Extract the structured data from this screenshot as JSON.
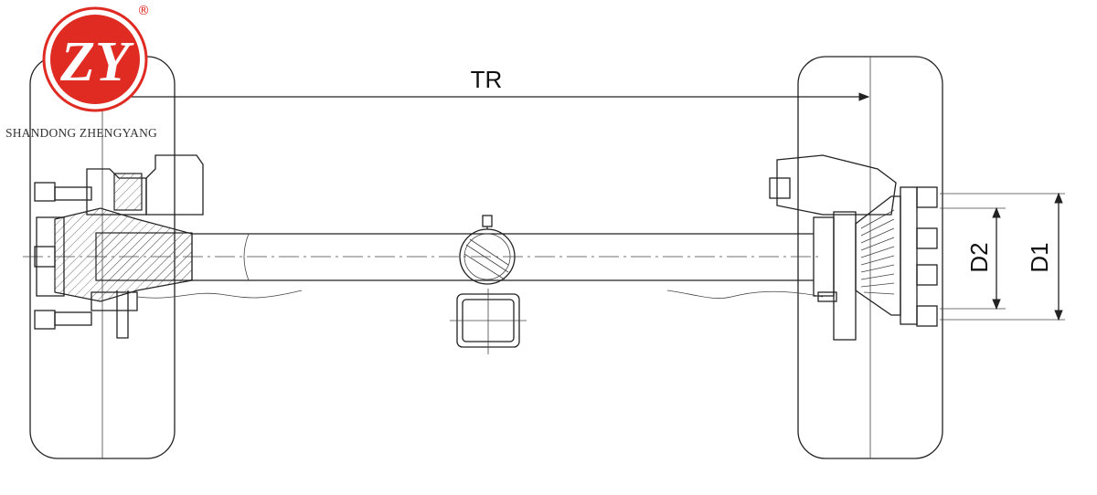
{
  "logo": {
    "monogram": "ZY",
    "registered_mark": "®",
    "company_name": "SHANDONG ZHENGYANG",
    "brand_color": "#e02b23"
  },
  "dimensions": {
    "track": "TR",
    "outer_diameter": "D1",
    "inner_diameter": "D2"
  }
}
